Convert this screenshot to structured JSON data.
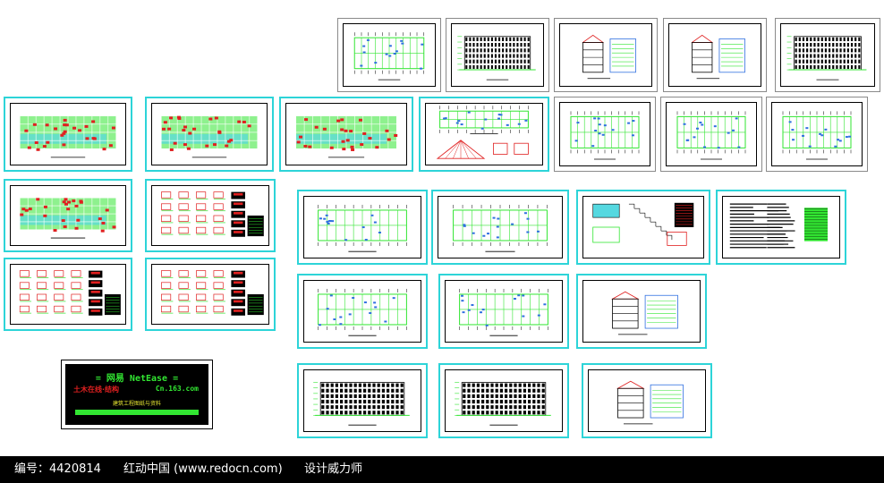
{
  "logo": {
    "title": "= 网易 NetEase =",
    "subtitle": "土木在线·结构",
    "site": "Cn.163.com",
    "note": "建筑工程图纸与资料"
  },
  "footer": {
    "id_label": "编号：4420814",
    "site_label": "红动中国 (www.redocn.com)",
    "slogan": "设计威力师"
  },
  "colors": {
    "sheet_border": "#2dd4d8",
    "line_green": "#32e632",
    "line_red": "#e02020",
    "line_blue": "#3070e0",
    "line_yellow": "#e6e632"
  },
  "sheets": [
    {
      "kind": "gray",
      "drawing": "floor-plan"
    },
    {
      "kind": "gray",
      "drawing": "elevation"
    },
    {
      "kind": "gray",
      "drawing": "section"
    },
    {
      "kind": "gray",
      "drawing": "section"
    },
    {
      "kind": "gray",
      "drawing": "elevation"
    },
    {
      "kind": "cyan",
      "drawing": "structural-plan"
    },
    {
      "kind": "cyan",
      "drawing": "structural-plan"
    },
    {
      "kind": "cyan",
      "drawing": "structural-plan"
    },
    {
      "kind": "cyan",
      "drawing": "roof-truss"
    },
    {
      "kind": "gray",
      "drawing": "floor-plan"
    },
    {
      "kind": "gray",
      "drawing": "floor-plan"
    },
    {
      "kind": "gray",
      "drawing": "floor-plan"
    },
    {
      "kind": "cyan",
      "drawing": "structural-plan"
    },
    {
      "kind": "cyan",
      "drawing": "detail-sheet"
    },
    {
      "kind": "cyan",
      "drawing": "floor-plan"
    },
    {
      "kind": "cyan",
      "drawing": "floor-plan"
    },
    {
      "kind": "cyan",
      "drawing": "stair-detail"
    },
    {
      "kind": "cyan",
      "drawing": "schedule"
    },
    {
      "kind": "cyan",
      "drawing": "detail-sheet"
    },
    {
      "kind": "cyan",
      "drawing": "detail-sheet"
    },
    {
      "kind": "cyan",
      "drawing": "floor-plan"
    },
    {
      "kind": "cyan",
      "drawing": "floor-plan"
    },
    {
      "kind": "cyan",
      "drawing": "section"
    },
    {
      "kind": "cyan",
      "drawing": "elevation"
    },
    {
      "kind": "cyan",
      "drawing": "elevation"
    },
    {
      "kind": "cyan",
      "drawing": "section"
    }
  ]
}
